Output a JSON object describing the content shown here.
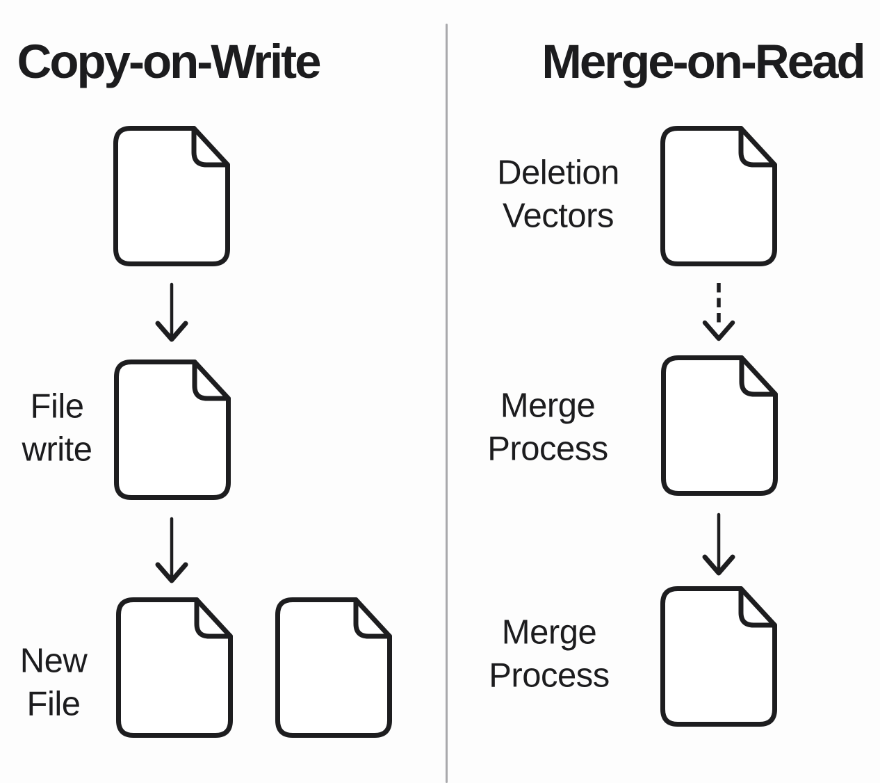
{
  "diagram": {
    "kind": "comparison-diagram",
    "background": "#fdfdfd",
    "divider_color": "#a9a9ac",
    "ink_color": "#1d1d1f",
    "text_color": "#1c1c1e"
  },
  "left_column": {
    "title": "Copy-on-Write",
    "nodes": [
      {
        "icon": "file-icon",
        "label": ""
      },
      {
        "icon": "file-icon",
        "label": "File\nwrite"
      },
      {
        "icon": "file-icon",
        "label": "New\nFile"
      },
      {
        "icon": "file-icon",
        "label": ""
      }
    ],
    "connectors": [
      {
        "icon": "arrow-down-icon",
        "style": "solid"
      },
      {
        "icon": "arrow-down-icon",
        "style": "solid"
      }
    ]
  },
  "right_column": {
    "title": "Merge-on-Read",
    "nodes": [
      {
        "icon": "file-icon",
        "label": "Deletion\nVectors"
      },
      {
        "icon": "file-icon",
        "label": "Merge\nProcess"
      },
      {
        "icon": "file-icon",
        "label": "Merge\nProcess"
      }
    ],
    "connectors": [
      {
        "icon": "dashed-arrow-down-icon",
        "style": "dashed"
      },
      {
        "icon": "arrow-down-icon",
        "style": "solid"
      }
    ]
  }
}
